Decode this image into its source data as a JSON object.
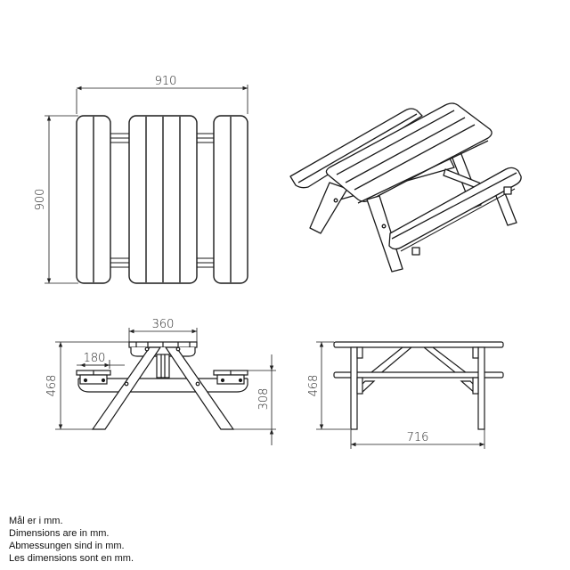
{
  "drawing": {
    "subject": "Children's picnic table with attached benches",
    "views": {
      "top": {
        "label": "top-view",
        "width_dim": "910",
        "depth_dim": "900"
      },
      "isometric": {
        "label": "isometric-view"
      },
      "side": {
        "label": "side-view",
        "tabletop_width_dim": "360",
        "bench_width_dim": "180",
        "total_height_dim": "468",
        "bench_height_dim": "308"
      },
      "front": {
        "label": "front-view",
        "total_height_dim": "468",
        "leg_span_dim": "716"
      }
    },
    "colors": {
      "line": "#1a1a1a",
      "background": "#ffffff"
    }
  },
  "notes": [
    "Mål er i mm.",
    "Dimensions are in mm.",
    "Abmessungen sind in mm.",
    "Les dimensions sont en mm."
  ]
}
